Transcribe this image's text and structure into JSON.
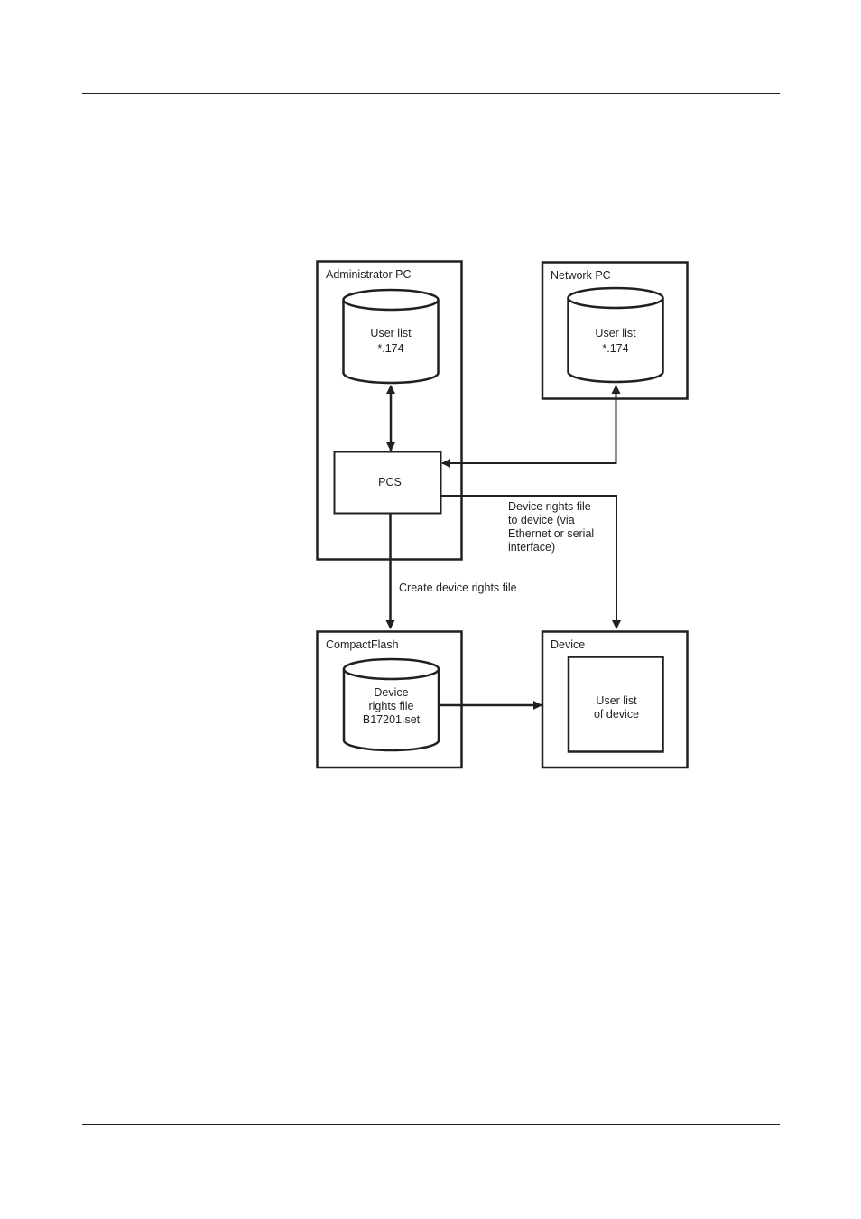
{
  "diagram": {
    "admin_pc": {
      "label": "Administrator PC"
    },
    "admin_db": {
      "line1": "User list",
      "line2": "*.174"
    },
    "network_pc": {
      "label": "Network PC"
    },
    "network_db": {
      "line1": "User list",
      "line2": "*.174"
    },
    "pcs": {
      "label": "PCS"
    },
    "compactflash": {
      "label": "CompactFlash"
    },
    "cf_db": {
      "line1": "Device",
      "line2": "rights file",
      "line3": "B17201.set"
    },
    "device": {
      "label": "Device"
    },
    "device_inner": {
      "line1": "User list",
      "line2": "of device"
    },
    "edge_create": {
      "label": "Create device rights file"
    },
    "edge_transfer": {
      "line1": "Device rights file",
      "line2": "to device (via",
      "line3": "Ethernet or serial",
      "line4": "interface)"
    }
  }
}
